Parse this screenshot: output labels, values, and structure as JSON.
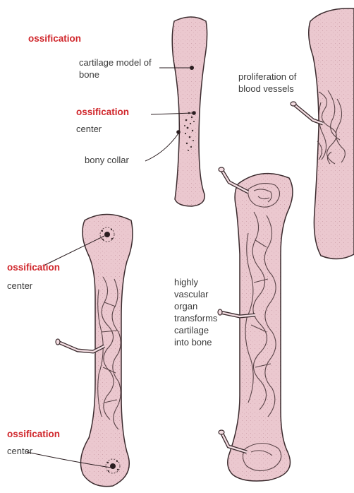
{
  "heading": "ossification",
  "labels": {
    "cartilage_model": "cartilage model of bone",
    "ossification_center_1_title": "ossification",
    "ossification_center_1_sub": "center",
    "bony_collar": "bony collar",
    "proliferation": "proliferation of blood vessels",
    "ossification_center_2_title": "ossification",
    "ossification_center_2_sub": "center",
    "highly_vascular": "highly vascular organ transforms cartilage into bone",
    "ossification_center_3_title": "ossification",
    "ossification_center_3_sub": "center"
  },
  "colors": {
    "bone_fill": "#ebc8cf",
    "bone_stroke": "#3b2b2e",
    "vessel": "#5a4448",
    "accent_red": "#d0262b"
  }
}
